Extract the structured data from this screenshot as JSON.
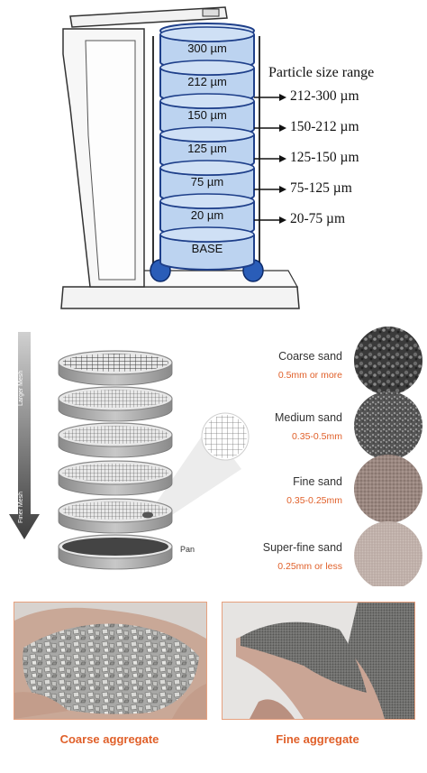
{
  "sieve_shaker": {
    "heading": "Particle size range",
    "trays": [
      "300 µm",
      "212 µm",
      "150 µm",
      "125 µm",
      "75 µm",
      "20 µm",
      "BASE"
    ],
    "ranges": [
      "212-300 µm",
      "150-212 µm",
      "125-150 µm",
      "75-125 µm",
      "20-75 µm"
    ]
  },
  "mesh_stack": {
    "top_label": "Larger Mesh",
    "bottom_label": "Finer Mesh",
    "pan_label": "Pan"
  },
  "sand_types": [
    {
      "name": "Coarse sand",
      "size": "0.5mm or more"
    },
    {
      "name": "Medium sand",
      "size": "0.35-0.5mm"
    },
    {
      "name": "Fine sand",
      "size": "0.35-0.25mm"
    },
    {
      "name": "Super-fine sand",
      "size": "0.25mm or less"
    }
  ],
  "aggregates": {
    "coarse_label": "Coarse aggregate",
    "fine_label": "Fine aggregate"
  },
  "colors": {
    "tray_blue": "#bcd3f0",
    "tray_stroke": "#1e3f8a",
    "accent_orange": "#e0602a",
    "arrow_gray": "#555555"
  }
}
